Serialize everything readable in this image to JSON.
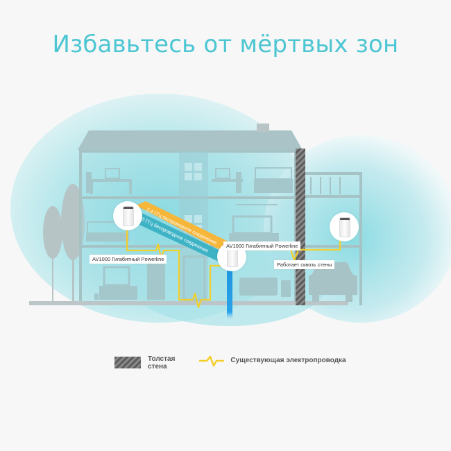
{
  "header": {
    "title": "Избавьтесь от мёртвых зон"
  },
  "diagram": {
    "wireless_bands": {
      "band_24": "2,4 ГГц беспроводное соединение",
      "band_5": "5 ГГц беспроводное соединение"
    },
    "labels": {
      "powerline_left": "AV1000 Гигабитный Powerline",
      "powerline_right": "AV1000 Гигабитный Powerline",
      "through_walls": "Работает сквозь стены"
    },
    "devices": [
      {
        "name": "deco-left",
        "icon": "powerline-wifi-unit"
      },
      {
        "name": "deco-center",
        "icon": "powerline-wifi-unit"
      },
      {
        "name": "deco-right",
        "icon": "powerline-wifi-unit"
      }
    ],
    "colors": {
      "title": "#4cc6d2",
      "band_24": "#f6b63a",
      "band_5": "#3fb3c6",
      "wiring": "#f2cf2a",
      "ethernet": "#1e96e0",
      "wall": "#7a7a7a",
      "coverage": "#8fdde4",
      "house": "#a9c6c9"
    }
  },
  "legend": {
    "thick_wall": "Толстая стена",
    "thick_wall_line1": "Толстая",
    "thick_wall_line2": "стена",
    "existing_wiring": "Существующая электропроводка"
  }
}
